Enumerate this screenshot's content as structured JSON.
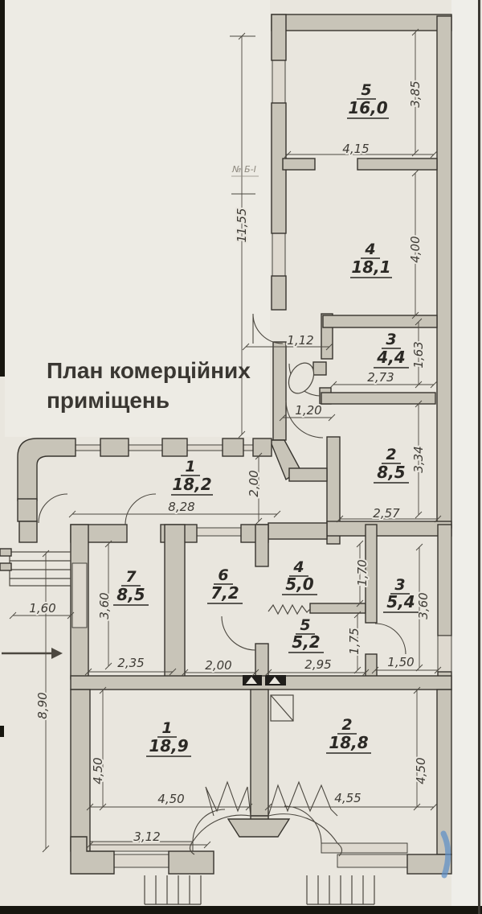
{
  "title": {
    "line1": "План комерційних",
    "line2": "приміщень"
  },
  "ref_label": "№ Б-І",
  "colors": {
    "paper": "#e9e6de",
    "paper_light": "#edebe4",
    "margin_light": "#efeee9",
    "wall_fill": "#c8c4b8",
    "wall_stroke": "#37342e",
    "window_fill": "#ded9cf",
    "line_color": "#4c4840",
    "dim_text": "#3e3b35",
    "label_text": "#2b2925",
    "title_color": "#3a3732",
    "accent_blue": "#5d8fc7",
    "edge_dark": "#17160f"
  },
  "rooms": {
    "r5_top": {
      "number": "5",
      "area": "16,0"
    },
    "r4_top": {
      "number": "4",
      "area": "18,1"
    },
    "r3_top": {
      "number": "3",
      "area": "4,4"
    },
    "r2_top": {
      "number": "2",
      "area": "8,5"
    },
    "r1_mid": {
      "number": "1",
      "area": "18,2"
    },
    "r7_mid": {
      "number": "7",
      "area": "8,5"
    },
    "r6_mid": {
      "number": "6",
      "area": "7,2"
    },
    "r4_low": {
      "number": "4",
      "area": "5,0"
    },
    "r5_low": {
      "number": "5",
      "area": "5,2"
    },
    "r3_low": {
      "number": "3",
      "area": "5,4"
    },
    "r1_bot": {
      "number": "1",
      "area": "18,9"
    },
    "r2_bot": {
      "number": "2",
      "area": "18,8"
    }
  },
  "dims": {
    "w4_15": "4,15",
    "h3_85": "3,85",
    "h11_55": "11,55",
    "h4_00": "4,00",
    "w1_12": "1,12",
    "h1_63": "1,63",
    "w2_73": "2,73",
    "w1_20": "1,20",
    "h3_34": "3,34",
    "w2_57": "2,57",
    "w8_28": "8,28",
    "h2_00": "2,00",
    "w1_60": "1,60",
    "h8_90": "8,90",
    "h3_60l": "3,60",
    "w2_35": "2,35",
    "w2_00": "2,00",
    "h1_70": "1,70",
    "h1_75": "1,75",
    "w2_95": "2,95",
    "w1_50": "1,50",
    "h3_60r": "3,60",
    "h4_50l": "4,50",
    "w4_50": "4,50",
    "w3_12": "3,12",
    "w4_55": "4,55",
    "h4_50r": "4,50"
  },
  "icons": {
    "toilet": "toilet-plan-icon",
    "vent_shaft": "vent-shaft-icon",
    "electric_panels": "electric-panel-icon",
    "stairs_exterior": "stairs-icon",
    "entrance_steps": "entrance-steps-icon",
    "direction_arrow": "direction-arrow-icon",
    "folding_doors": "folding-door-icon"
  }
}
